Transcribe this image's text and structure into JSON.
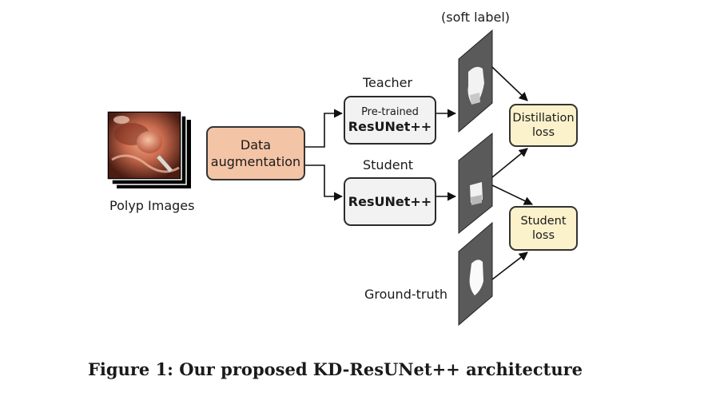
{
  "labels": {
    "soft_label": "(soft label)",
    "teacher": "Teacher",
    "student": "Student",
    "polyp_images": "Polyp Images",
    "ground_truth": "Ground-truth"
  },
  "boxes": {
    "augmentation_line1": "Data",
    "augmentation_line2": "augmentation",
    "teacher_subtitle": "Pre-trained",
    "teacher_title": "ResUNet++",
    "student_title": "ResUNet++",
    "distillation_line1": "Distillation",
    "distillation_line2": "loss",
    "student_loss_line1": "Student",
    "student_loss_line2": "loss"
  },
  "caption": "Figure 1: Our proposed KD-ResUNet++ architecture",
  "colors": {
    "augmentation_fill": "#f4c4a6",
    "network_fill": "#f2f2f2",
    "loss_fill": "#fbf1cb",
    "mask_panel": "#5a5a5a"
  }
}
